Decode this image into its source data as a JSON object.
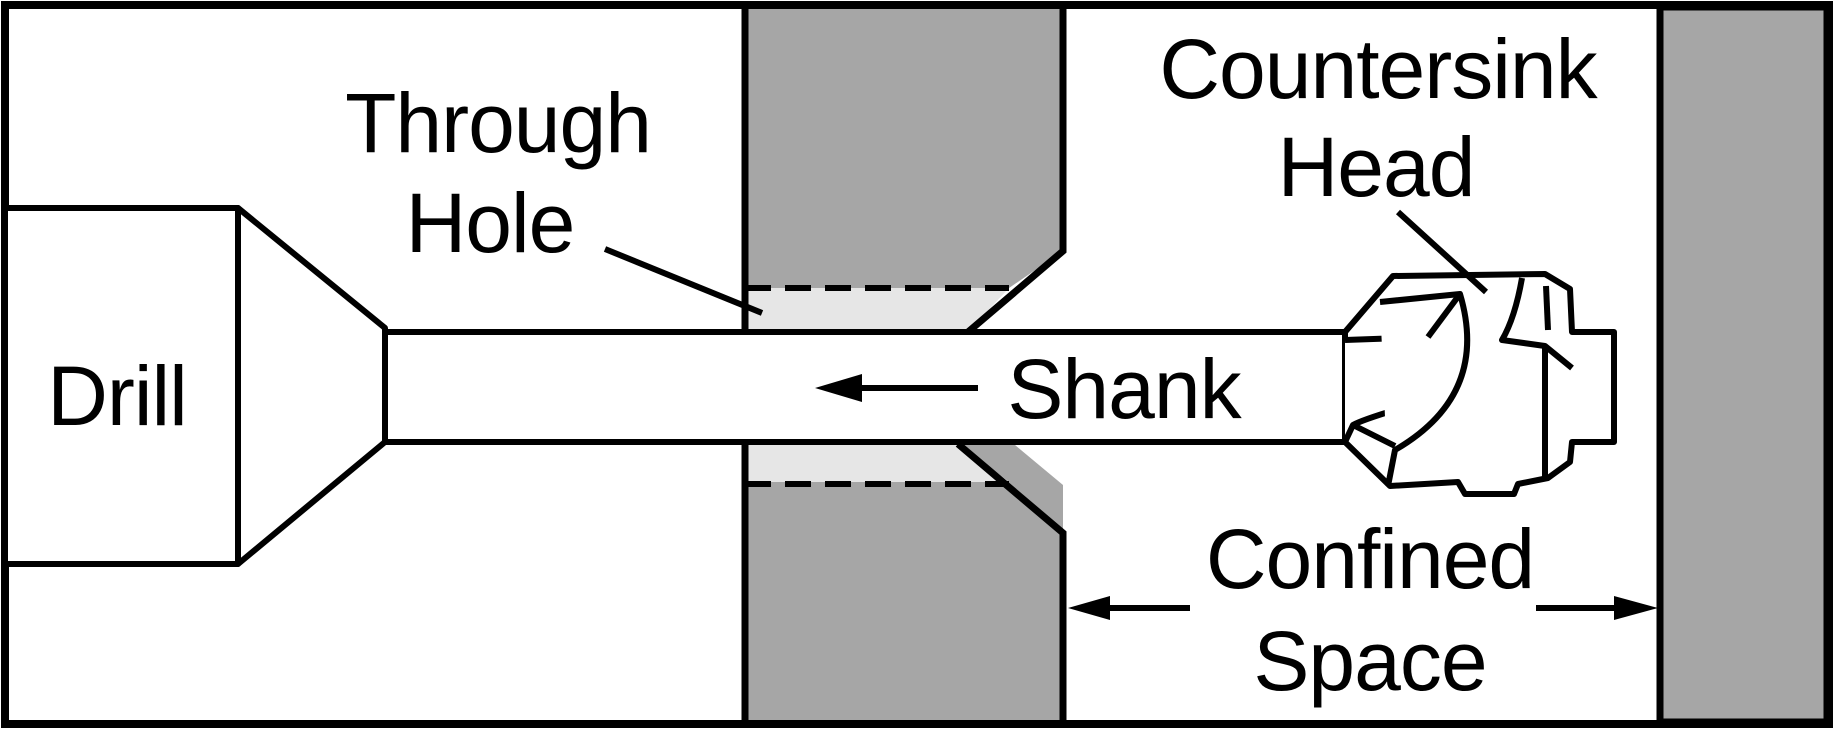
{
  "labels": {
    "through_hole_line1": "Through",
    "through_hole_line2": "Hole",
    "countersink_line1": "Countersink",
    "countersink_line2": "Head",
    "drill": "Drill",
    "shank": "Shank",
    "confined_line1": "Confined",
    "confined_line2": "Space"
  },
  "colors": {
    "outline": "#000000",
    "workpiece": "#a6a6a6",
    "hole_gap": "#e6e6e6",
    "background": "#ffffff"
  }
}
